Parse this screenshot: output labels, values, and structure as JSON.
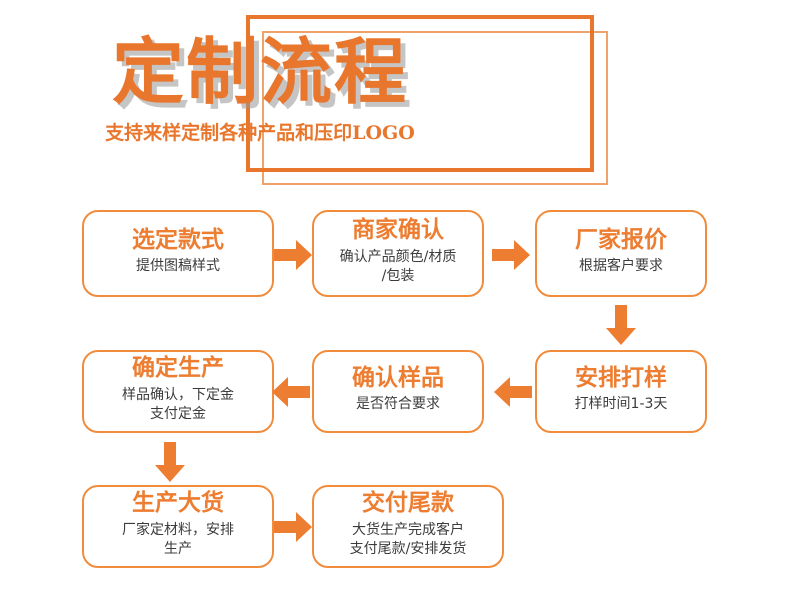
{
  "header": {
    "title": "定制流程",
    "subtitle": "支持来样定制各种产品和压印LOGO",
    "accent_color": "#E8762C",
    "frame_outer_color": "#E8762C",
    "frame_inner_color": "#F0A368",
    "title_shadow_color": "#969696"
  },
  "flow": {
    "box_border_color": "#F08C3C",
    "box_title_color": "#ED7D31",
    "box_desc_color": "#3C3C3C",
    "arrow_color": "#ED7D31",
    "steps": [
      {
        "id": "step-1",
        "title": "选定款式",
        "desc": "提供图稿样式"
      },
      {
        "id": "step-2",
        "title": "商家确认",
        "desc": "确认产品颜色/材质\n/包装"
      },
      {
        "id": "step-3",
        "title": "厂家报价",
        "desc": "根据客户要求"
      },
      {
        "id": "step-4",
        "title": "安排打样",
        "desc": "打样时间1-3天"
      },
      {
        "id": "step-5",
        "title": "确认样品",
        "desc": "是否符合要求"
      },
      {
        "id": "step-6",
        "title": "确定生产",
        "desc": "样品确认，下定金\n支付定金"
      },
      {
        "id": "step-7",
        "title": "生产大货",
        "desc": "厂家定材料，安排\n生产"
      },
      {
        "id": "step-8",
        "title": "交付尾款",
        "desc": "大货生产完成客户\n支付尾款/安排发货"
      }
    ],
    "connectors": [
      {
        "id": "arrow-step1-to-step2",
        "direction": "right"
      },
      {
        "id": "arrow-step2-to-step3",
        "direction": "right"
      },
      {
        "id": "arrow-step3-to-step4",
        "direction": "down"
      },
      {
        "id": "arrow-step4-to-step5",
        "direction": "left"
      },
      {
        "id": "arrow-step5-to-step6",
        "direction": "left"
      },
      {
        "id": "arrow-step6-to-step7",
        "direction": "down"
      },
      {
        "id": "arrow-step7-to-step8",
        "direction": "right"
      }
    ]
  }
}
